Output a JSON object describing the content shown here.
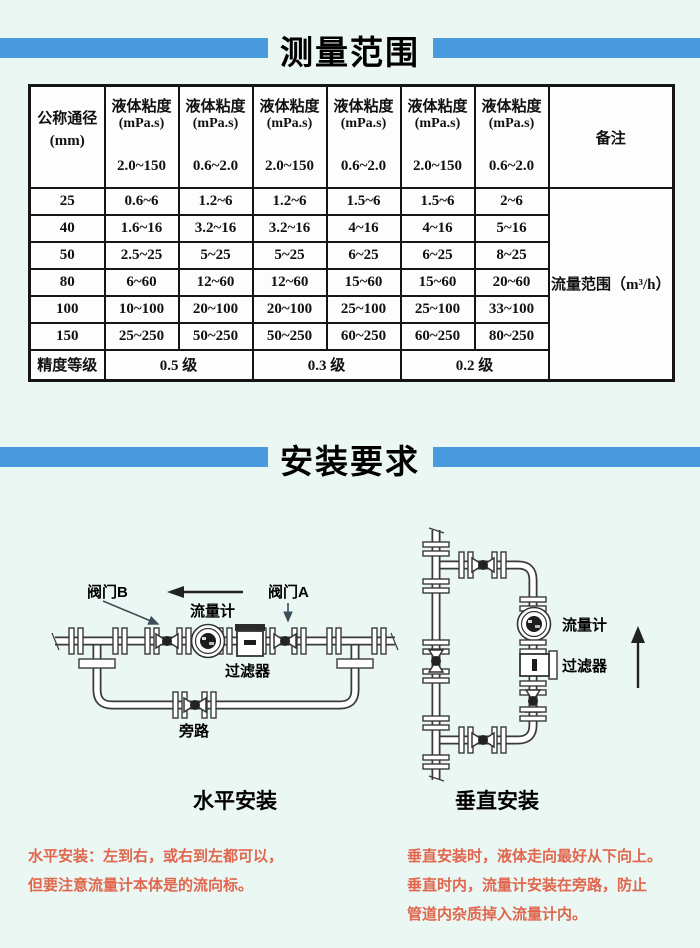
{
  "page": {
    "bg_color": "#EBF7F3",
    "accent_blue": "#4A9BDE",
    "note_red": "#E0664D"
  },
  "sections": {
    "measure_title": "测量范围",
    "install_title": "安装要求"
  },
  "table": {
    "dn_header_line1": "公称通径",
    "dn_header_line2": "(mm)",
    "viscosity_label": "液体粘度",
    "viscosity_unit": "(mPa.s)",
    "viscosity_ranges": [
      "2.0~150",
      "0.6~2.0",
      "2.0~150",
      "0.6~2.0",
      "2.0~150",
      "0.6~2.0"
    ],
    "remark_header": "备注",
    "rows": [
      {
        "dn": "25",
        "values": [
          "0.6~6",
          "1.2~6",
          "1.2~6",
          "1.5~6",
          "1.5~6",
          "2~6"
        ]
      },
      {
        "dn": "40",
        "values": [
          "1.6~16",
          "3.2~16",
          "3.2~16",
          "4~16",
          "4~16",
          "5~16"
        ]
      },
      {
        "dn": "50",
        "values": [
          "2.5~25",
          "5~25",
          "5~25",
          "6~25",
          "6~25",
          "8~25"
        ]
      },
      {
        "dn": "80",
        "values": [
          "6~60",
          "12~60",
          "12~60",
          "15~60",
          "15~60",
          "20~60"
        ]
      },
      {
        "dn": "100",
        "values": [
          "10~100",
          "20~100",
          "20~100",
          "25~100",
          "25~100",
          "33~100"
        ]
      },
      {
        "dn": "150",
        "values": [
          "25~250",
          "50~250",
          "50~250",
          "60~250",
          "60~250",
          "80~250"
        ]
      }
    ],
    "remark_value": "流量范围（m³/h）",
    "accuracy_label": "精度等级",
    "accuracy_values": [
      "0.5 级",
      "0.3 级",
      "0.2 级"
    ]
  },
  "diagram_horizontal": {
    "caption": "水平安装",
    "valve_b_label": "阀门B",
    "flowmeter_label": "流量计",
    "valve_a_label": "阀门A",
    "filter_label": "过滤器",
    "bypass_label": "旁路"
  },
  "diagram_vertical": {
    "caption": "垂直安装",
    "flowmeter_label": "流量计",
    "filter_label": "过滤器"
  },
  "notes": {
    "left": [
      "水平安装：左到右，或右到左都可以，",
      "但要注意流量计本体是的流向标。"
    ],
    "right": [
      "垂直安装时，液体走向最好从下向上。",
      "垂直时内，流量计安装在旁路，防止",
      "管道内杂质掉入流量计内。"
    ]
  }
}
